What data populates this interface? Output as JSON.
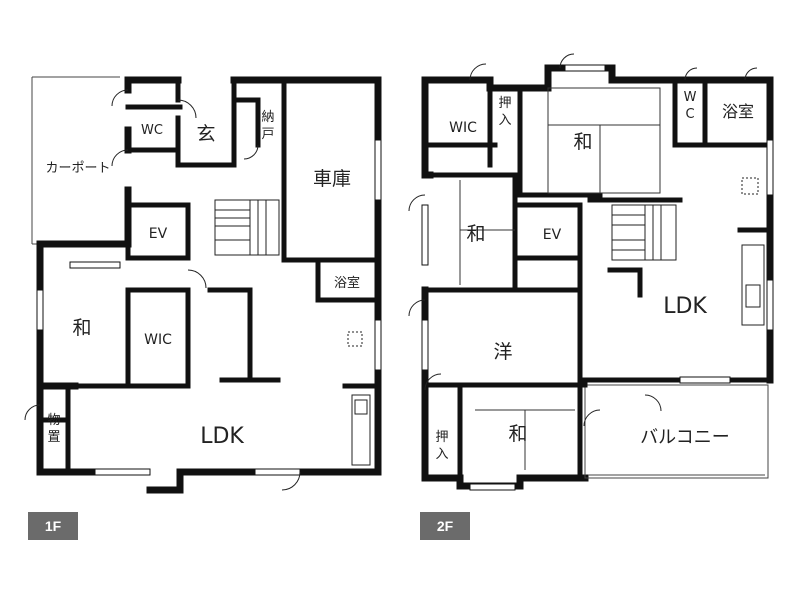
{
  "floor1": {
    "badge": "1F",
    "rooms": {
      "carport": "カーポート",
      "wc": "WC",
      "genkan": "玄",
      "storage_na": "納",
      "storage_to": "戸",
      "garage": "車庫",
      "ev": "EV",
      "bath": "浴室",
      "washitsu": "和",
      "wic": "WIC",
      "ldk": "LDK",
      "shed_a": "物",
      "shed_b": "置"
    }
  },
  "floor2": {
    "badge": "2F",
    "rooms": {
      "wic": "WIC",
      "oshi_a": "押",
      "oshi_b": "入",
      "washitsu_top": "和",
      "wc_a": "W",
      "wc_b": "C",
      "bath": "浴室",
      "washitsu_mid": "和",
      "ev": "EV",
      "ldk": "LDK",
      "western": "洋",
      "oshi2_a": "押",
      "oshi2_b": "入",
      "washitsu_bottom": "和",
      "balcony": "バルコニー"
    }
  },
  "colors": {
    "wall": "#111111",
    "thin": "#555555",
    "badge": "#6b6b6b"
  }
}
